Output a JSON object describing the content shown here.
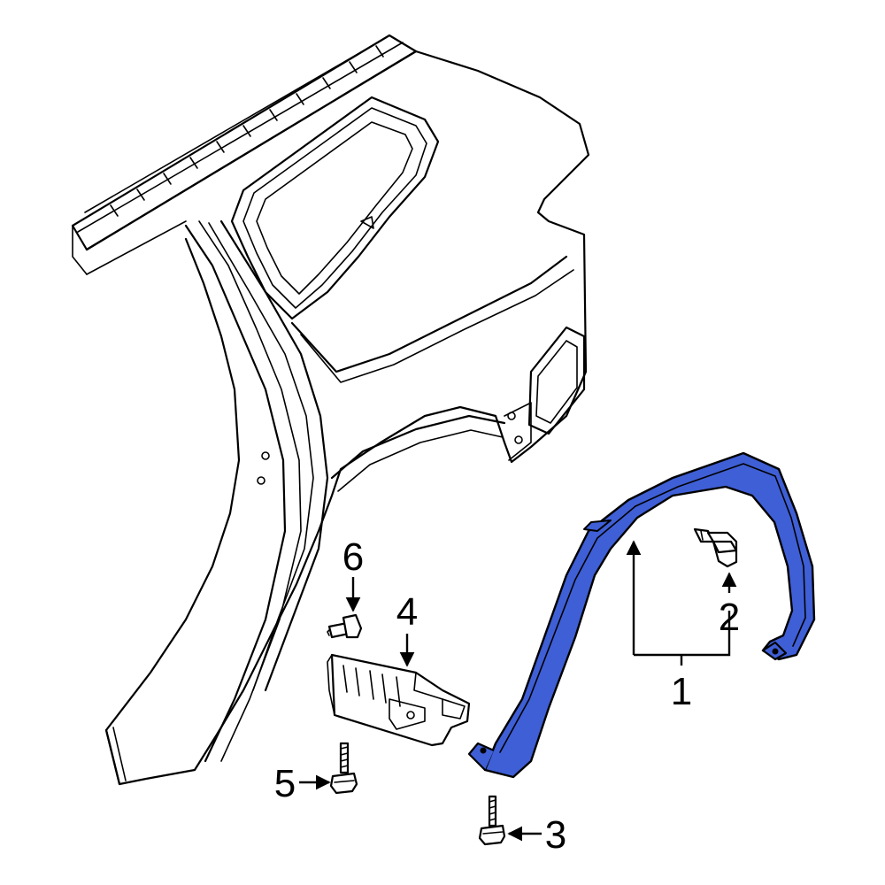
{
  "diagram": {
    "callouts": [
      {
        "id": "1",
        "label": "1"
      },
      {
        "id": "2",
        "label": "2"
      },
      {
        "id": "3",
        "label": "3"
      },
      {
        "id": "4",
        "label": "4"
      },
      {
        "id": "5",
        "label": "5"
      },
      {
        "id": "6",
        "label": "6"
      }
    ],
    "colors": {
      "highlight": "#3f5fd6",
      "line": "#000000",
      "background": "#ffffff"
    }
  }
}
